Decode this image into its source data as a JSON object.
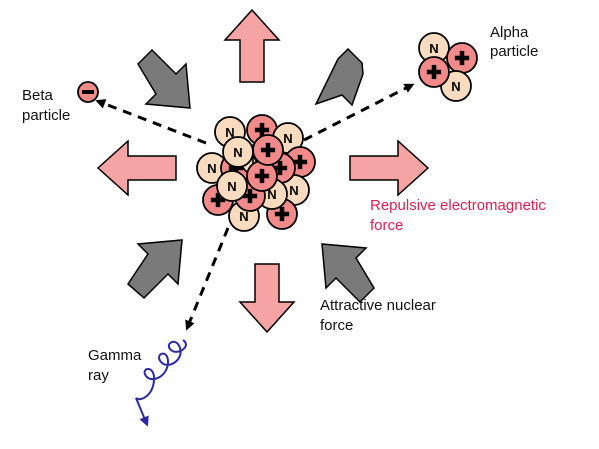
{
  "labels": {
    "beta_line1": "Beta",
    "beta_line2": "particle",
    "alpha_line1": "Alpha",
    "alpha_line2": "particle",
    "repulsive_line1": "Repulsive electromagnetic",
    "repulsive_line2": "force",
    "attractive_line1": "Attractive nuclear",
    "attractive_line2": "force",
    "gamma_line1": "Gamma",
    "gamma_line2": "ray"
  },
  "symbols": {
    "neutron": "N"
  },
  "colors": {
    "proton_fill": "#f28a8a",
    "neutron_fill": "#f9dcc0",
    "repulsive_arrow": "#f5a3a3",
    "attractive_arrow": "#7a7a7a",
    "repulsive_text": "#e0204f",
    "gamma_wave": "#2b2aa0",
    "outline": "#000000"
  },
  "icons": [
    "proton-plus-icon",
    "neutron-n-icon",
    "electron-minus-icon",
    "gamma-wave-icon"
  ]
}
